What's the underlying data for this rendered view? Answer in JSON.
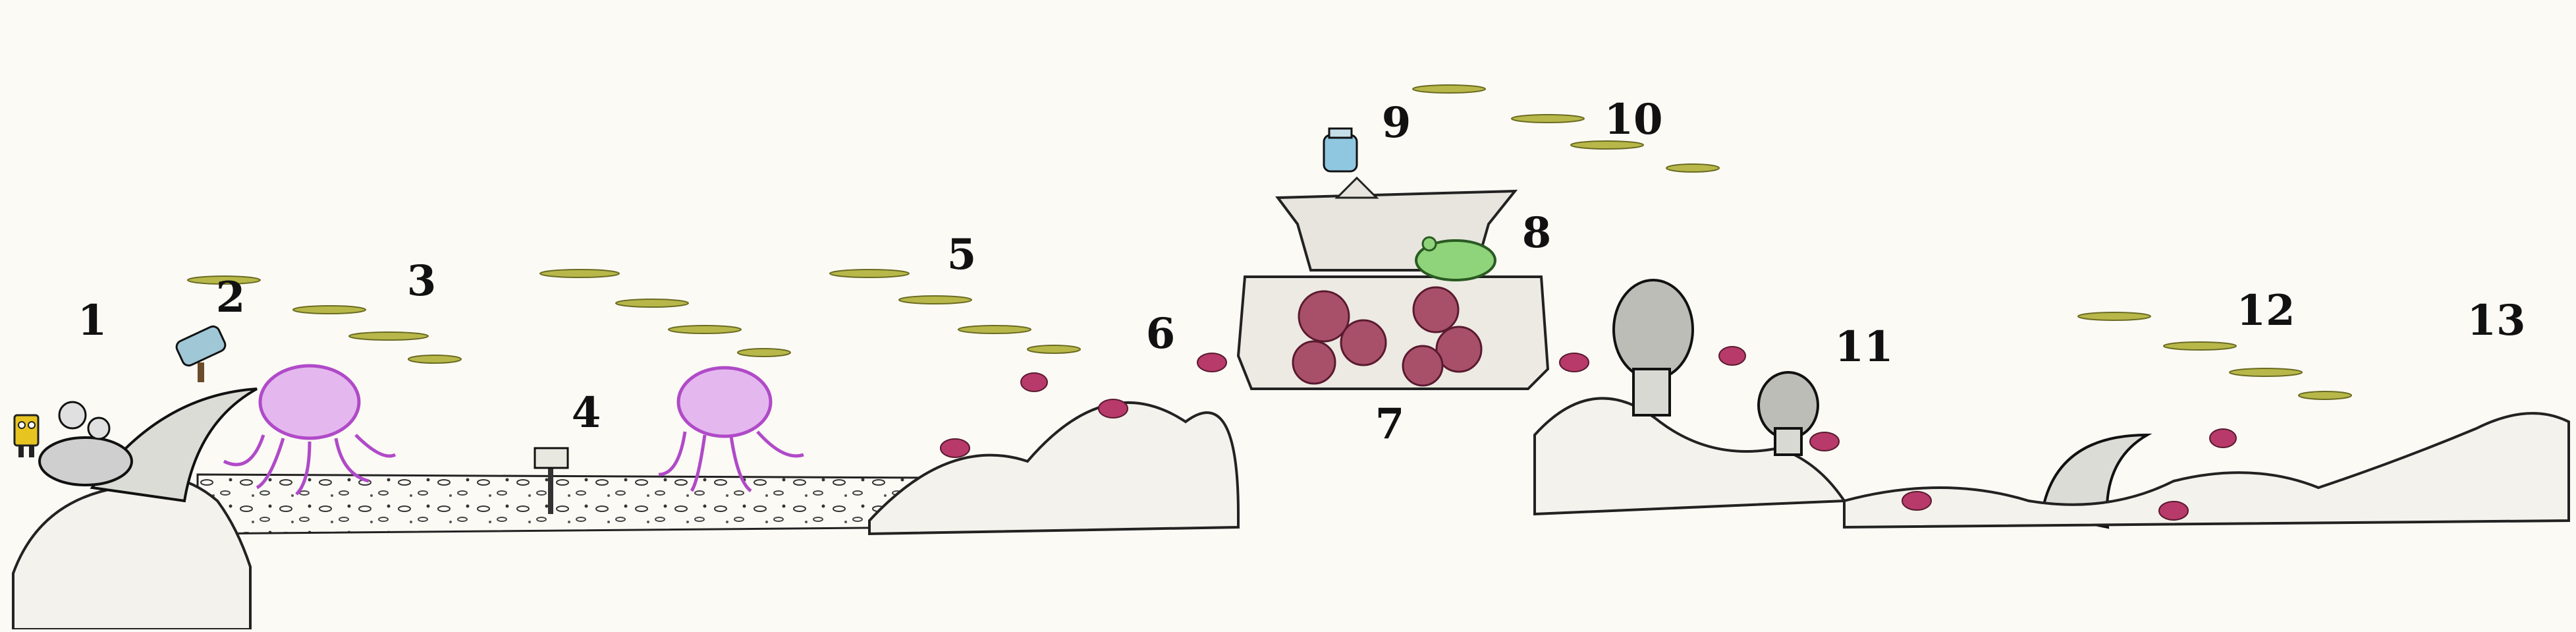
{
  "level_map": {
    "markers": [
      {
        "label": "1"
      },
      {
        "label": "2"
      },
      {
        "label": "3"
      },
      {
        "label": "4"
      },
      {
        "label": "5"
      },
      {
        "label": "6"
      },
      {
        "label": "7"
      },
      {
        "label": "8"
      },
      {
        "label": "9"
      },
      {
        "label": "10"
      },
      {
        "label": "11"
      },
      {
        "label": "12"
      },
      {
        "label": "13"
      }
    ]
  },
  "colors": {
    "background": "#fbfaf5",
    "ink": "#1a1a1a",
    "seaweed": "#b8b84a",
    "jellyfish": "#b04ac8",
    "crab": "#b83a6a",
    "urchin": "#8a2a48",
    "slug": "#8fd37a",
    "jar": "#8fc6e0",
    "cannon": "#9fc7d6",
    "sponge": "#e8c420"
  }
}
